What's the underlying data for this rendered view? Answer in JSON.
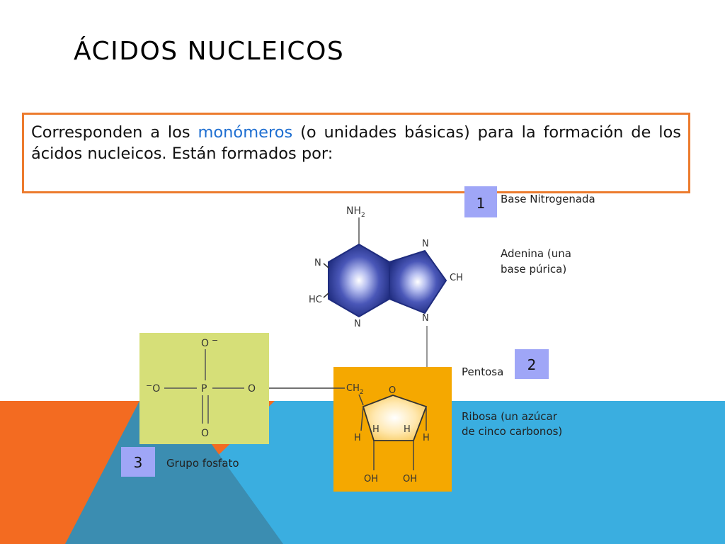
{
  "slide": {
    "title": "ÁCIDOS NUCLEICOS",
    "intro": {
      "before": "Corresponden a los ",
      "highlight": "monómeros",
      "after": " (o unidades básicas) para la formación de los ácidos nucleicos. Están formados por:"
    }
  },
  "colors": {
    "accent_orange": "#ec7b2e",
    "background_orange": "#f36b21",
    "background_blue": "#3aaee0",
    "background_teal": "#3b8db1",
    "highlight_blue": "#1f6fd1",
    "phosphate_green": "#d6df78",
    "pentose_orange": "#f5a800",
    "number_badge": "#9fa6f7"
  },
  "diagram": {
    "labels": {
      "base_number": "1",
      "base_title": "Base Nitrogenada",
      "base_desc_line1": "Adenina (una",
      "base_desc_line2": "base púrica)",
      "pentose_number": "2",
      "pentose_title": "Pentosa",
      "pentose_desc_line1": "Ribosa (un azúcar",
      "pentose_desc_line2": "de cinco carbonos)",
      "phosphate_number": "3",
      "phosphate_title": "Grupo fosfato"
    },
    "adenine": {
      "nh2": "NH",
      "nh2_sub": "2",
      "n_left": "N",
      "hc": "HC",
      "n_bottom": "N",
      "n_top_right": "N",
      "ch": "CH",
      "n_bottom_right": "N"
    },
    "phosphate": {
      "o_top": "O",
      "o_top_charge": "−",
      "o_left": "O",
      "o_left_charge": "−",
      "p": "P",
      "o_right": "O",
      "o_bottom": "O"
    },
    "ribose": {
      "ch2": "CH",
      "ch2_sub": "2",
      "o_ring": "O",
      "h1": "H",
      "h2": "H",
      "h3": "H",
      "h4": "H",
      "oh1": "OH",
      "oh2": "OH"
    }
  }
}
